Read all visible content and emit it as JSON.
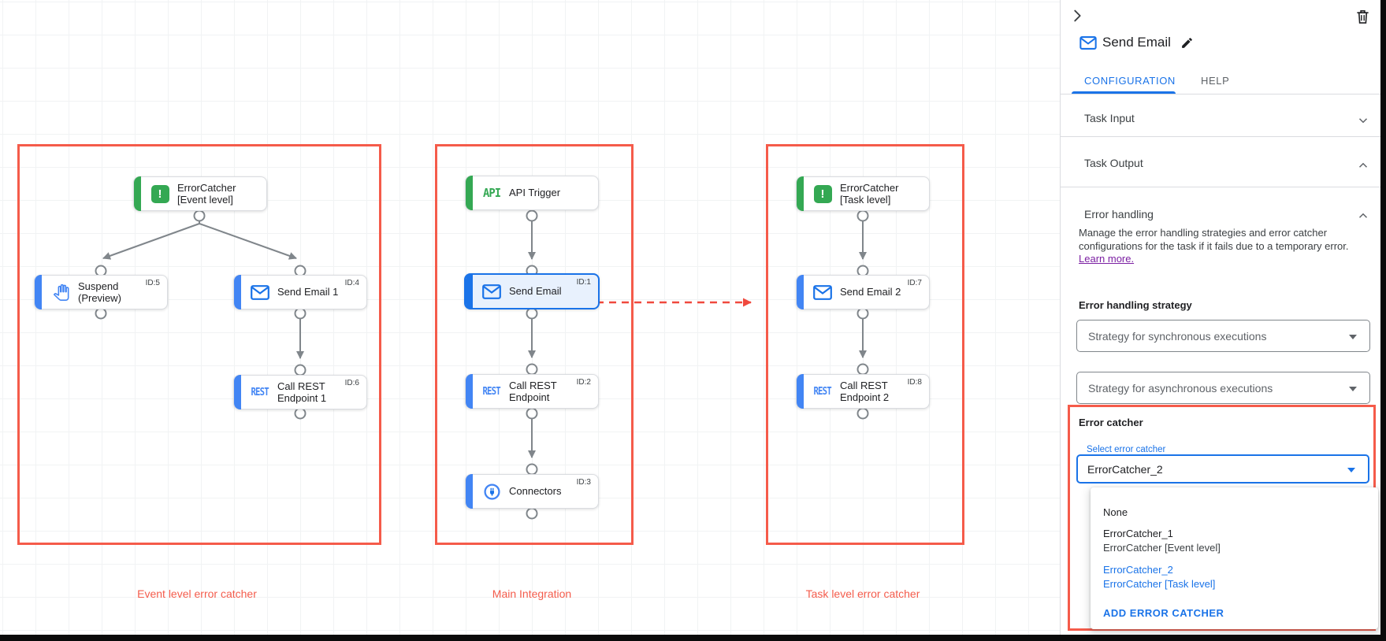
{
  "canvas": {
    "groups": [
      {
        "label": "Event level error catcher"
      },
      {
        "label": "Main Integration"
      },
      {
        "label": "Task level error catcher"
      }
    ],
    "icon_texts": {
      "api": "API",
      "rest": "REST"
    },
    "nodes": {
      "ec_event": {
        "label": "ErrorCatcher [Event level]"
      },
      "suspend": {
        "label": "Suspend (Preview)",
        "id_label": "ID:5"
      },
      "send_email_1": {
        "label": "Send Email 1",
        "id_label": "ID:4"
      },
      "call_rest_1": {
        "label": "Call REST Endpoint 1",
        "id_label": "ID:6"
      },
      "api_trigger": {
        "label": "API Trigger"
      },
      "send_email": {
        "label": "Send Email",
        "id_label": "ID:1"
      },
      "call_rest": {
        "label": "Call REST Endpoint",
        "id_label": "ID:2"
      },
      "connectors": {
        "label": "Connectors",
        "id_label": "ID:3"
      },
      "ec_task": {
        "label": "ErrorCatcher [Task level]"
      },
      "send_email_2": {
        "label": "Send Email 2",
        "id_label": "ID:7"
      },
      "call_rest_2": {
        "label": "Call REST Endpoint 2",
        "id_label": "ID:8"
      }
    }
  },
  "panel": {
    "title": "Send Email",
    "tabs": [
      {
        "label": "CONFIGURATION",
        "active": true
      },
      {
        "label": "HELP",
        "active": false
      }
    ],
    "sections": [
      {
        "label": "Task Input"
      },
      {
        "label": "Task Output"
      },
      {
        "label": "Error handling"
      }
    ],
    "error_handling": {
      "description": "Manage the error handling strategies and error catcher configurations for the task if it fails due to a temporary error. ",
      "learn_more": "Learn more.",
      "strategy_label": "Error handling strategy",
      "sync_placeholder": "Strategy for synchronous executions",
      "async_placeholder": "Strategy for asynchronous executions",
      "error_catcher_label": "Error catcher",
      "select_label": "Select error catcher",
      "select_value": "ErrorCatcher_2",
      "menu": {
        "none": "None",
        "options": [
          {
            "name": "ErrorCatcher_1",
            "desc": "ErrorCatcher [Event level]"
          },
          {
            "name": "ErrorCatcher_2",
            "desc": "ErrorCatcher [Task level]"
          }
        ],
        "add_label": "ADD ERROR CATCHER"
      }
    }
  },
  "colors": {
    "highlight_red": "#f55b4a",
    "edge_gray": "#80868b",
    "accent_blue": "#1a73e8",
    "node_blue": "#4285f4",
    "node_green": "#34a853",
    "error_dot_red": "#d93025",
    "link_purple": "#7b1fa2"
  }
}
